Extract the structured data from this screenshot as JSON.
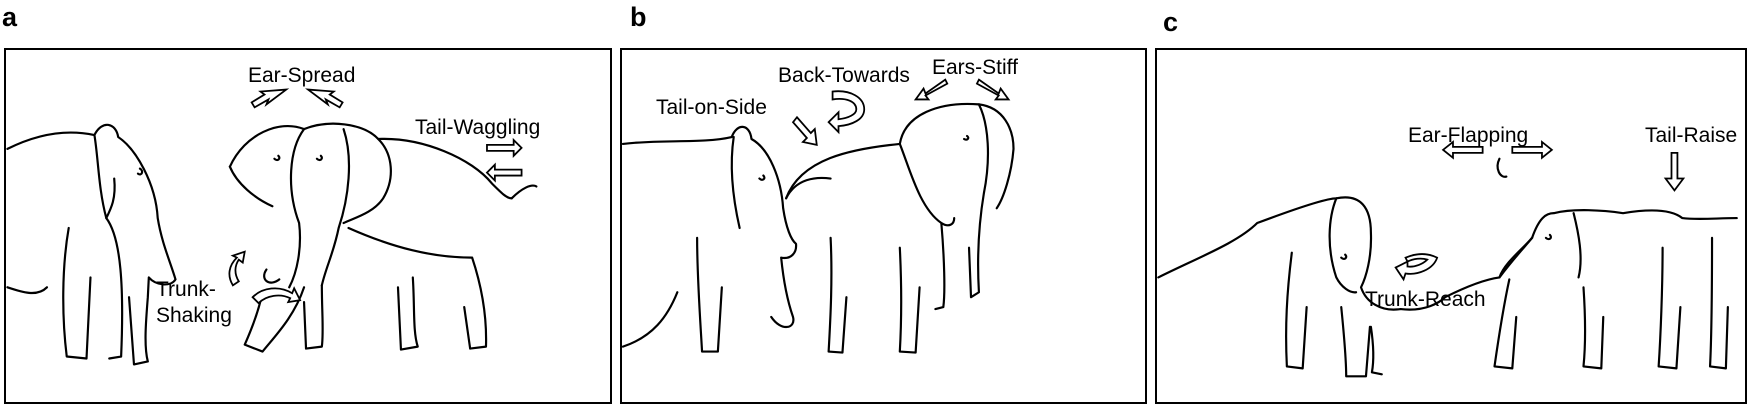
{
  "panels": [
    {
      "letter": "a",
      "labels": {
        "ear_spread": "Ear-Spread",
        "tail_waggling": "Tail-Waggling",
        "trunk_shaking_1": "Trunk-",
        "trunk_shaking_2": "Shaking"
      }
    },
    {
      "letter": "b",
      "labels": {
        "back_towards": "Back-Towards",
        "ears_stiff": "Ears-Stiff",
        "tail_on_side": "Tail-on-Side"
      }
    },
    {
      "letter": "c",
      "labels": {
        "ear_flapping": "Ear-Flapping",
        "tail_raise": "Tail-Raise",
        "trunk_reach": "Trunk-Reach"
      }
    }
  ],
  "colors": {
    "line": "#000000",
    "background": "#ffffff"
  }
}
